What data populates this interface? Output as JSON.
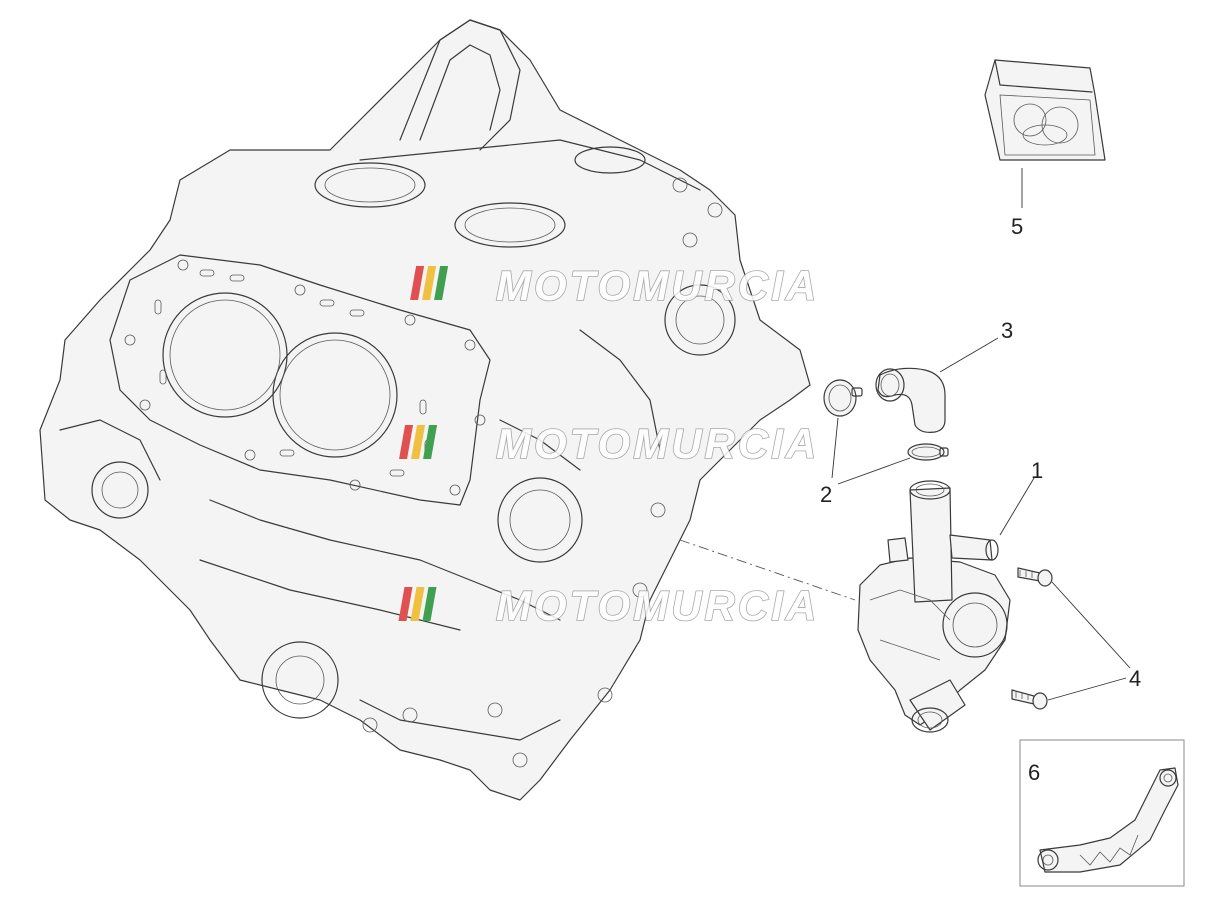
{
  "callouts": [
    {
      "id": "1",
      "label": "1"
    },
    {
      "id": "2",
      "label": "2"
    },
    {
      "id": "3",
      "label": "3"
    },
    {
      "id": "4",
      "label": "4"
    },
    {
      "id": "5",
      "label": "5"
    },
    {
      "id": "6",
      "label": "6"
    }
  ],
  "watermark": {
    "text": "MOTOMURCIA"
  },
  "colors": {
    "line": "#3a3a3a",
    "background": "#ffffff",
    "watermark_stroke": "#9a9a9a"
  }
}
